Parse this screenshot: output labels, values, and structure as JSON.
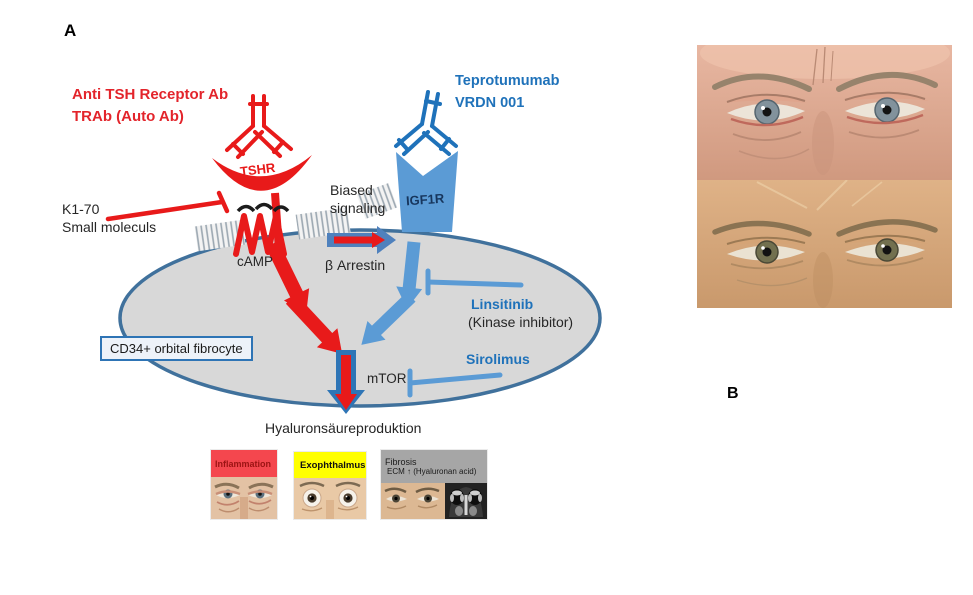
{
  "figure": {
    "panel_a_label": "A",
    "panel_b_label": "B"
  },
  "diagram": {
    "anti_tshr_line1": "Anti TSH Receptor Ab",
    "anti_tshr_line2": "TRAb (Auto Ab)",
    "tshr_receptor_label": "TSHR",
    "teprotumumab_line1": "Teprotumumab",
    "teprotumumab_line2": "VRDN 001",
    "igf1r_receptor_label": "IGF1R",
    "k170_line1": "K1-70",
    "k170_line2": "Small moleculs",
    "biased_line1": "Biased",
    "biased_line2": "signaling",
    "camp_label": "cAMP",
    "beta_arrestin_label": "β Arrestin",
    "linsitinib_label": "Linsitinib",
    "kinase_inhibitor_label": "(Kinase inhibitor)",
    "sirolimus_label": "Sirolimus",
    "cd34_box_label": "CD34+ orbital fibrocyte",
    "mtor_label": "mTOR",
    "output_label": "Hyaluronsäureproduktion",
    "colors": {
      "red": "#e81a1a",
      "blue_text": "#1f72ba",
      "blue_shape": "#5b9bd5",
      "blue_dark": "#2e75b6",
      "cell_fill": "#d8d8d8",
      "cell_border": "#40719c"
    }
  },
  "outcome_panels": [
    {
      "label": "Inflammation",
      "header_color": "#f4474e"
    },
    {
      "label": "Exophthalmus",
      "header_color": "#ffff00"
    },
    {
      "label_line1": "Fibrosis",
      "label_line2": "ECM ↑  (Hyaluronan acid)",
      "header_color": "#a6a6a6"
    }
  ],
  "photos": {
    "panel_b_description": "two clinical photographs of a patient's eyes, before (top) and after (bottom)"
  }
}
